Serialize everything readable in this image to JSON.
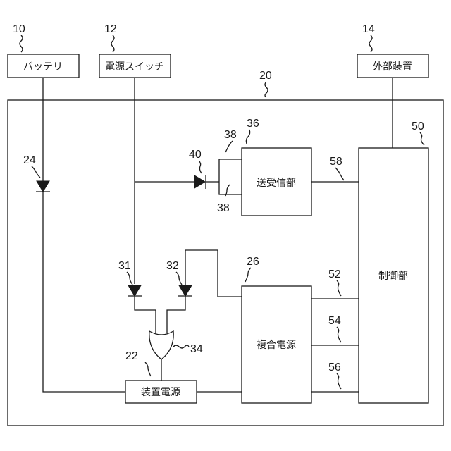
{
  "refs": {
    "battery": "10",
    "power_switch": "12",
    "external_device": "14",
    "device_unit": "20",
    "device_power_ref": "22",
    "diode_24": "24",
    "composite_power_ref": "26",
    "diode_31": "31",
    "diode_32": "32",
    "or_gate": "34",
    "transceiver_ref": "36",
    "node_38_top": "38",
    "node_38_bottom": "38",
    "diode_40": "40",
    "controller_ref": "50",
    "line_52": "52",
    "line_54": "54",
    "line_56": "56",
    "line_58": "58"
  },
  "labels": {
    "battery": "バッテリ",
    "power_switch": "電源スイッチ",
    "external_device": "外部装置",
    "transceiver": "送受信部",
    "controller": "制御部",
    "composite_power": "複合電源",
    "device_power": "装置電源"
  }
}
